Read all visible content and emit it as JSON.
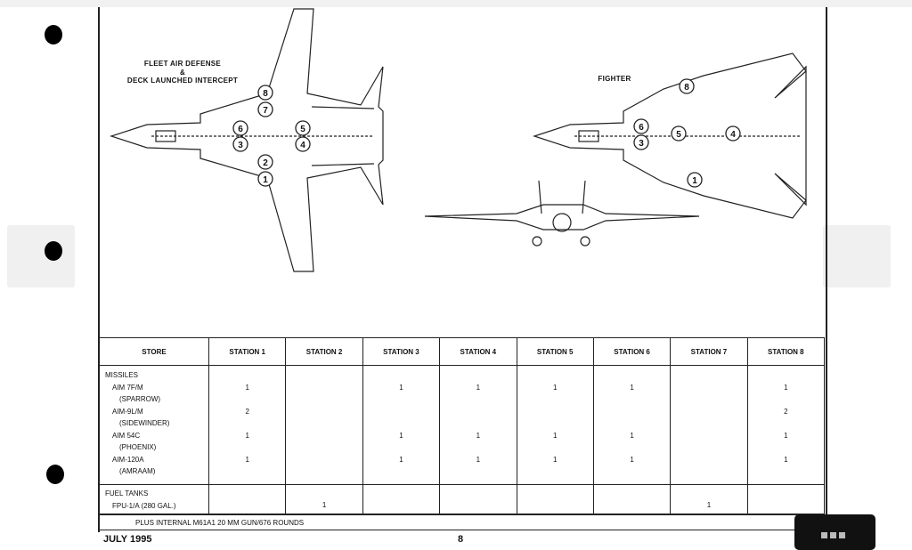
{
  "diagram": {
    "left_title_line1": "FLEET AIR DEFENSE",
    "left_title_line2": "&",
    "left_title_line3": "DECK LAUNCHED INTERCEPT",
    "right_title": "FIGHTER",
    "left_stations": [
      "1",
      "2",
      "3",
      "4",
      "5",
      "6",
      "7",
      "8"
    ],
    "right_stations": [
      "1",
      "3",
      "4",
      "5",
      "6",
      "8"
    ]
  },
  "table": {
    "headers": [
      "STORE",
      "STATION 1",
      "STATION 2",
      "STATION 3",
      "STATION 4",
      "STATION 5",
      "STATION 6",
      "STATION 7",
      "STATION 8"
    ],
    "missiles_label": "MISSILES",
    "missiles": [
      {
        "name": "AIM 7F/M",
        "sub": "(SPARROW)",
        "values": [
          "1",
          "",
          "1",
          "1",
          "1",
          "1",
          "",
          "1"
        ]
      },
      {
        "name": "AIM-9L/M",
        "sub": "(SIDEWINDER)",
        "values": [
          "2",
          "",
          "",
          "",
          "",
          "",
          "",
          "2"
        ]
      },
      {
        "name": "AIM 54C",
        "sub": "(PHOENIX)",
        "values": [
          "1",
          "",
          "1",
          "1",
          "1",
          "1",
          "",
          "1"
        ]
      },
      {
        "name": "AIM-120A",
        "sub": "(AMRAAM)",
        "values": [
          "1",
          "",
          "1",
          "1",
          "1",
          "1",
          "",
          "1"
        ]
      }
    ],
    "fuel_label": "FUEL TANKS",
    "fuel": {
      "name": "FPU-1/A (280 GAL.)",
      "values": [
        "",
        "1",
        "",
        "",
        "",
        "",
        "1",
        ""
      ]
    },
    "footer": "PLUS INTERNAL M61A1 20 MM GUN/676 ROUNDS"
  },
  "page": {
    "date": "JULY 1995",
    "number": "8"
  }
}
